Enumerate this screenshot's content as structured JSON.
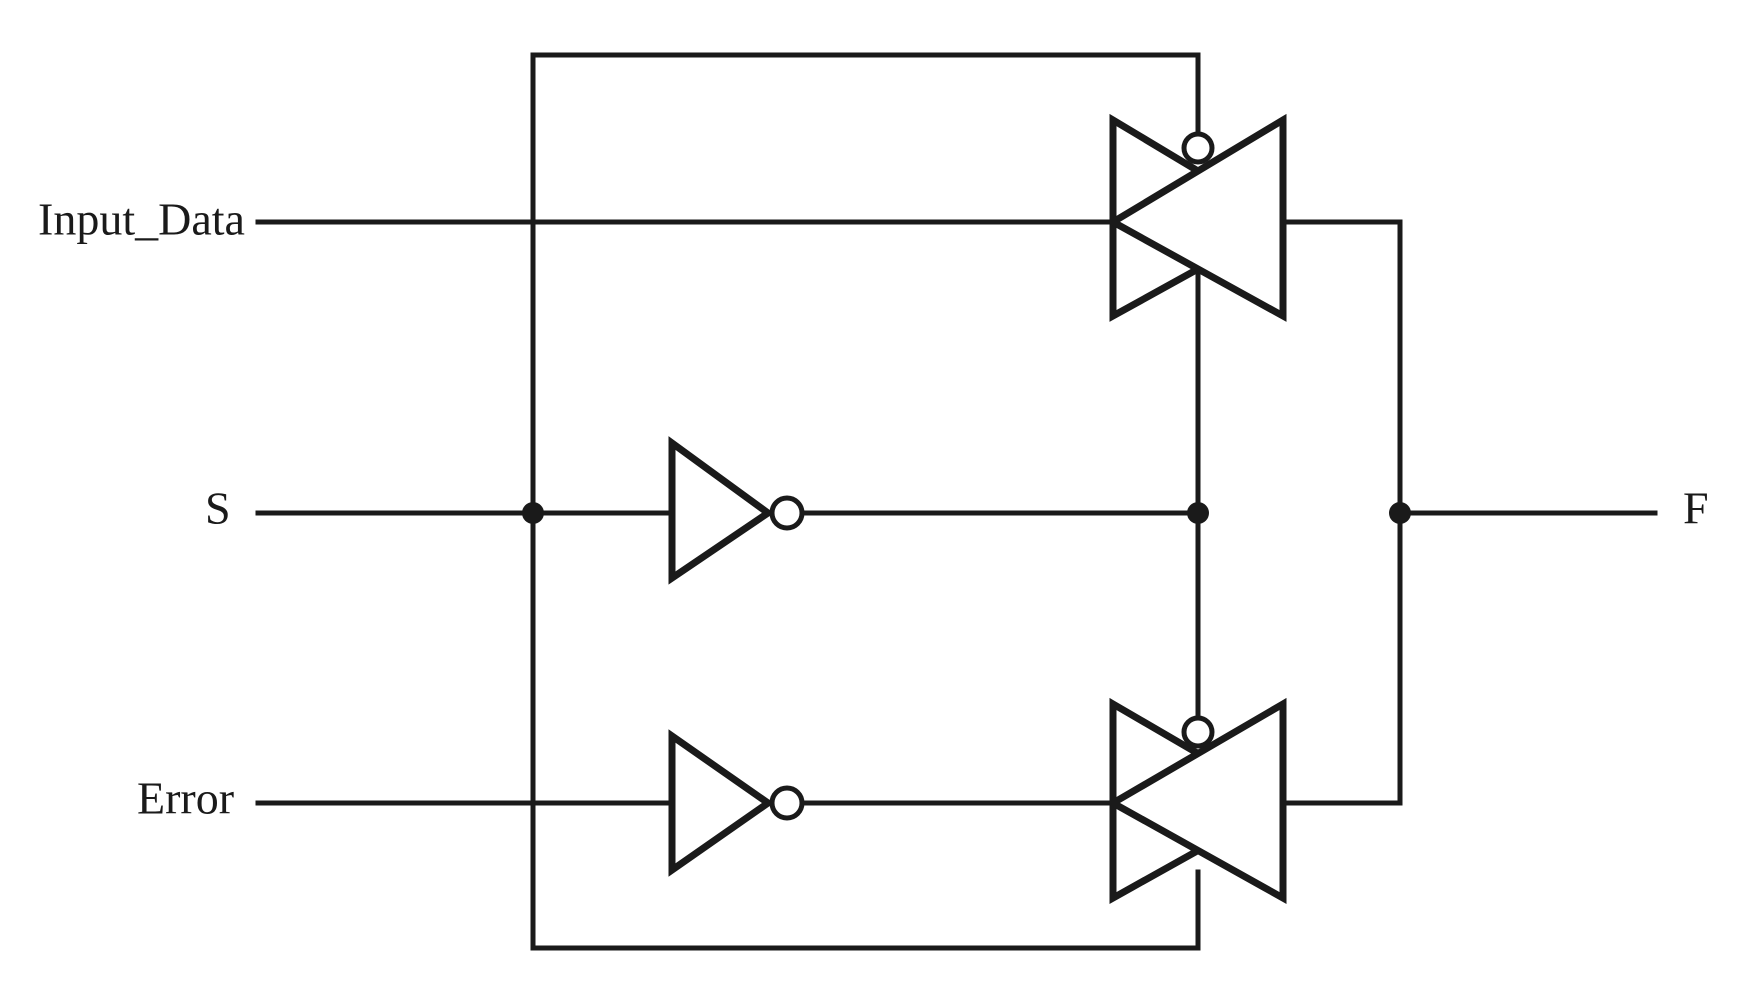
{
  "labels": {
    "input_data": "Input_Data",
    "s": "S",
    "error": "Error",
    "f": "F"
  },
  "colors": {
    "ink": "#1a1a1a",
    "background": "#ffffff"
  },
  "components": {
    "inverters": [
      "inverter-s",
      "inverter-error"
    ],
    "transmission_gates": [
      "transmission-gate-top",
      "transmission-gate-bottom"
    ]
  }
}
